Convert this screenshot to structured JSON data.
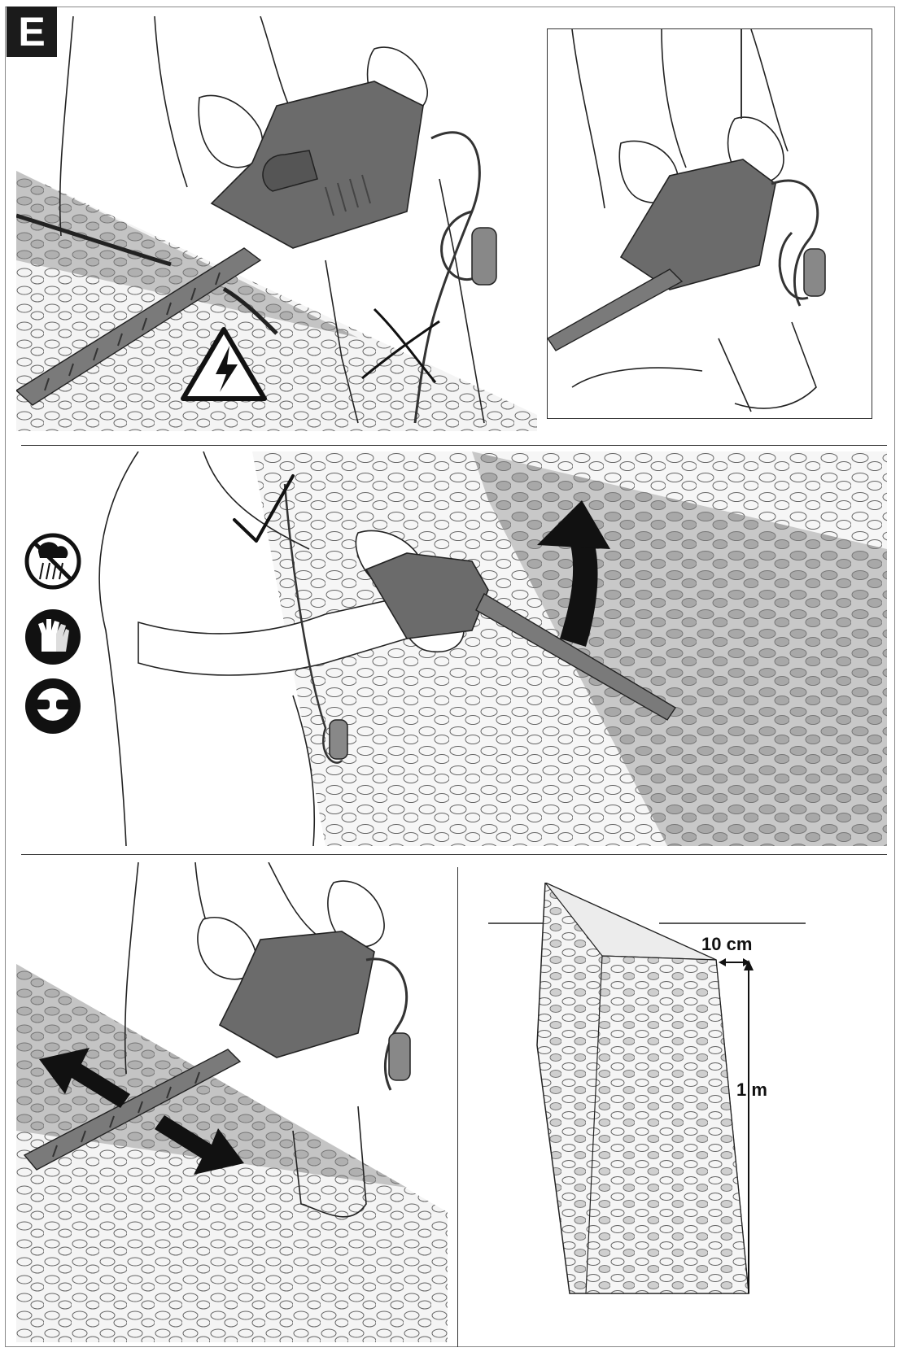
{
  "section": {
    "letter": "E"
  },
  "panels": {
    "top_left": {
      "warning_icon": "electric-shock-warning-icon",
      "cross_mark": "x-mark-icon"
    },
    "top_right": {},
    "middle": {
      "check_mark": "checkmark-icon",
      "arrow": "curved-up-arrow-icon",
      "safety_icons": [
        "no-rain-icon",
        "wear-gloves-icon",
        "wear-eye-protection-icon"
      ]
    },
    "bottom_left": {
      "arrows": [
        "arrow-left-icon",
        "arrow-right-icon"
      ]
    },
    "bottom_right": {
      "width_label": "10 cm",
      "height_label": "1 m"
    }
  },
  "colors": {
    "hedge_fill": "#b9b9b9",
    "hedge_dark": "#9a9a9a",
    "tool_body": "#6b6b6b",
    "ink": "#111111"
  }
}
